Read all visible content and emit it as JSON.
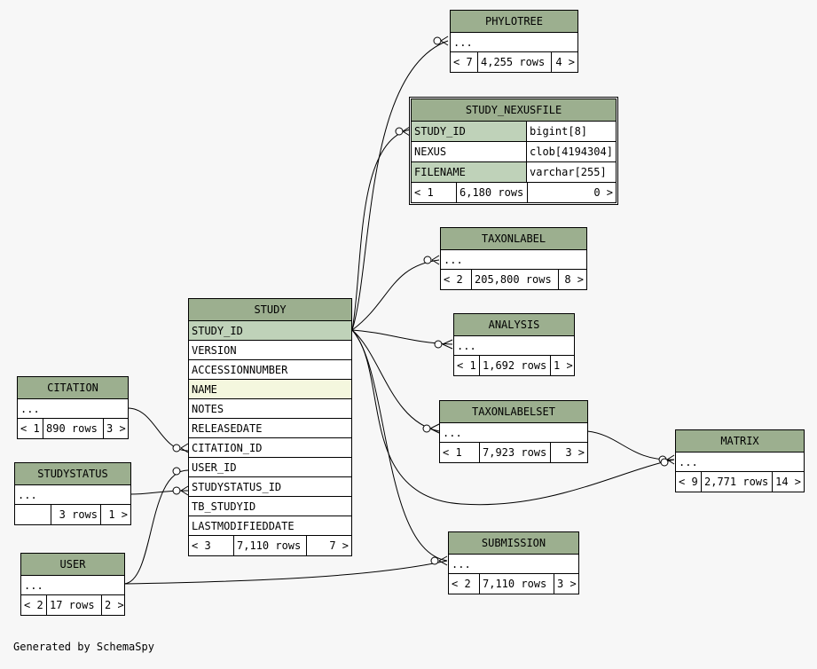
{
  "footer_text": "Generated by SchemaSpy",
  "colors": {
    "header": "#9caf8f",
    "primary_key": "#bfd2b9",
    "indexed": "#f4f7de",
    "background": "#f7f7f7"
  },
  "tables": {
    "phylotree": {
      "name": "PHYLOTREE",
      "rows": [
        "..."
      ],
      "foot": [
        "< 7",
        "4,255 rows",
        "4 >"
      ]
    },
    "study_nexusfile": {
      "name": "STUDY_NEXUSFILE",
      "columns": [
        {
          "name": "STUDY_ID",
          "type": "bigint[8]"
        },
        {
          "name": "NEXUS",
          "type": "clob[4194304]"
        },
        {
          "name": "FILENAME",
          "type": "varchar[255]"
        }
      ],
      "foot": [
        "< 1",
        "6,180 rows",
        "0 >"
      ]
    },
    "taxonlabel": {
      "name": "TAXONLABEL",
      "rows": [
        "..."
      ],
      "foot": [
        "< 2",
        "205,800 rows",
        "8 >"
      ]
    },
    "analysis": {
      "name": "ANALYSIS",
      "rows": [
        "..."
      ],
      "foot": [
        "< 1",
        "1,692 rows",
        "1 >"
      ]
    },
    "taxonlabelset": {
      "name": "TAXONLABELSET",
      "rows": [
        "..."
      ],
      "foot": [
        "< 1",
        "7,923 rows",
        "3 >"
      ]
    },
    "matrix": {
      "name": "MATRIX",
      "rows": [
        "..."
      ],
      "foot": [
        "< 9",
        "2,771 rows",
        "14 >"
      ]
    },
    "submission": {
      "name": "SUBMISSION",
      "rows": [
        "..."
      ],
      "foot": [
        "< 2",
        "7,110 rows",
        "3 >"
      ]
    },
    "citation": {
      "name": "CITATION",
      "rows": [
        "..."
      ],
      "foot": [
        "< 1",
        "890 rows",
        "3 >"
      ]
    },
    "studystatus": {
      "name": "STUDYSTATUS",
      "rows": [
        "..."
      ],
      "foot": [
        "",
        "3 rows",
        "1 >"
      ]
    },
    "user": {
      "name": "USER",
      "rows": [
        "..."
      ],
      "foot": [
        "< 2",
        "17 rows",
        "2 >"
      ]
    },
    "study": {
      "name": "STUDY",
      "rows": [
        "STUDY_ID",
        "VERSION",
        "ACCESSIONNUMBER",
        "NAME",
        "NOTES",
        "RELEASEDATE",
        "CITATION_ID",
        "USER_ID",
        "STUDYSTATUS_ID",
        "TB_STUDYID",
        "LASTMODIFIEDDATE"
      ],
      "foot": [
        "< 3",
        "7,110 rows",
        "7 >"
      ]
    }
  }
}
